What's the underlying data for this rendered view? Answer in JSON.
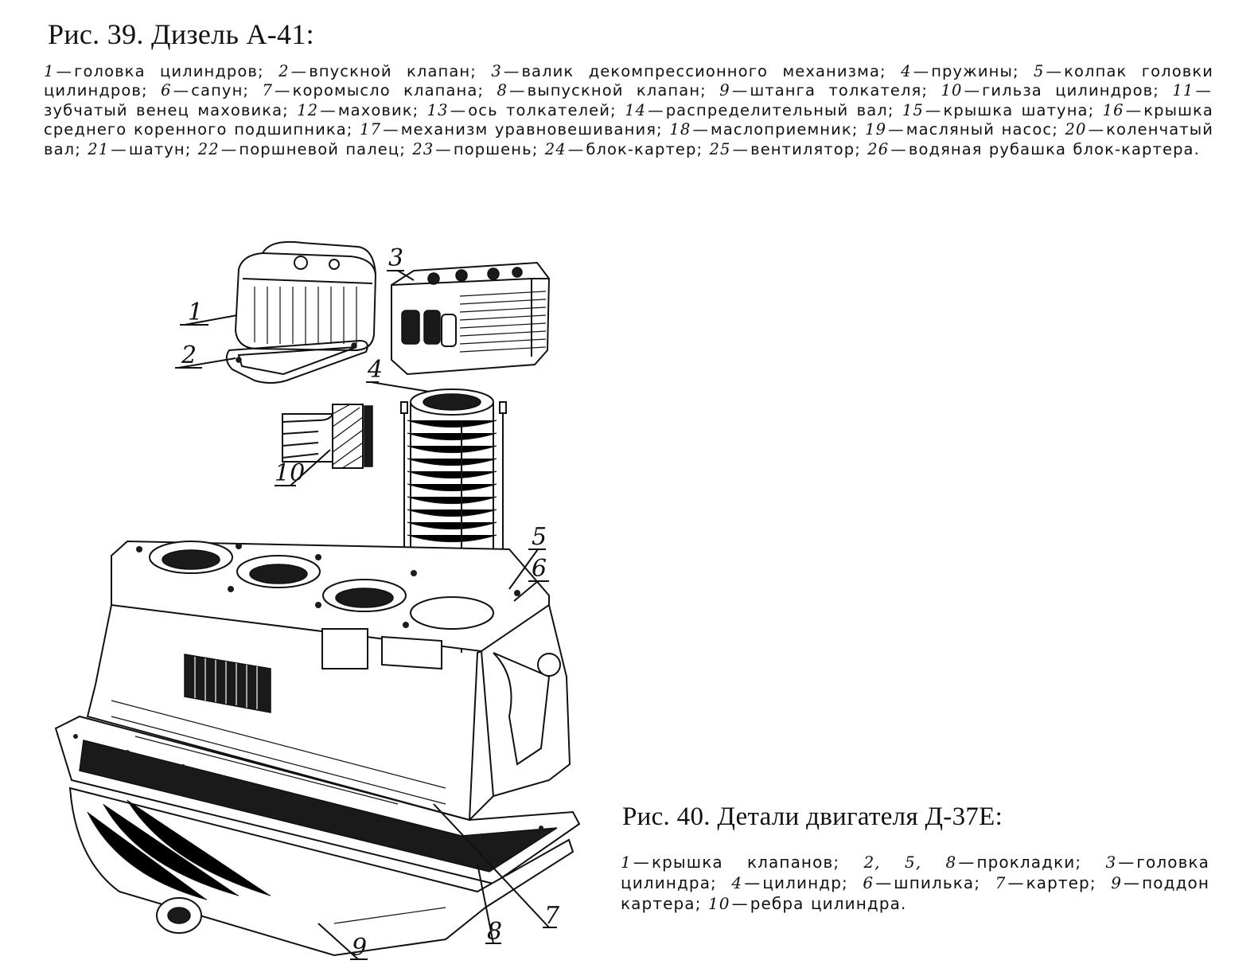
{
  "fig39": {
    "title": "Рис. 39. Дизель А-41:",
    "legend": [
      {
        "num": "1",
        "text": "головка цилиндров;"
      },
      {
        "num": "2",
        "text": "впускной клапан;"
      },
      {
        "num": "3",
        "text": "валик декомпрессионного механизма;"
      },
      {
        "num": "4",
        "text": "пружины;"
      },
      {
        "num": "5",
        "text": "колпак головки цилиндров;"
      },
      {
        "num": "6",
        "text": "сапун;"
      },
      {
        "num": "7",
        "text": "коромысло клапана;"
      },
      {
        "num": "8",
        "text": "выпускной клапан;"
      },
      {
        "num": "9",
        "text": "штанга толкателя;"
      },
      {
        "num": "10",
        "text": "гильза цилиндров;"
      },
      {
        "num": "11",
        "text": "зубчатый венец маховика;"
      },
      {
        "num": "12",
        "text": "маховик;"
      },
      {
        "num": "13",
        "text": "ось толкателей;"
      },
      {
        "num": "14",
        "text": "распределительный вал;"
      },
      {
        "num": "15",
        "text": "крышка шатуна;"
      },
      {
        "num": "16",
        "text": "крышка среднего коренного подшипника;"
      },
      {
        "num": "17",
        "text": "механизм уравновешивания;"
      },
      {
        "num": "18",
        "text": "маслоприемник;"
      },
      {
        "num": "19",
        "text": "масляный насос;"
      },
      {
        "num": "20",
        "text": "коленчатый вал;"
      },
      {
        "num": "21",
        "text": "шатун;"
      },
      {
        "num": "22",
        "text": "поршневой палец;"
      },
      {
        "num": "23",
        "text": "поршень;"
      },
      {
        "num": "24",
        "text": "блок-картер;"
      },
      {
        "num": "25",
        "text": "вентилятор;"
      },
      {
        "num": "26",
        "text": "водяная рубашка блок-картера."
      }
    ]
  },
  "fig40": {
    "title": "Рис. 40. Детали двигателя Д-37Е:",
    "legend": [
      {
        "num": "1",
        "text": "крышка клапанов;"
      },
      {
        "num": "2, 5, 8",
        "text": "прокладки;"
      },
      {
        "num": "3",
        "text": "головка цилиндра;"
      },
      {
        "num": "4",
        "text": "цилиндр;"
      },
      {
        "num": "6",
        "text": "шпилька;"
      },
      {
        "num": "7",
        "text": "картер;"
      },
      {
        "num": "9",
        "text": "поддон картера;"
      },
      {
        "num": "10",
        "text": "ребра цилиндра."
      }
    ],
    "callouts": [
      {
        "label": "1"
      },
      {
        "label": "2"
      },
      {
        "label": "3"
      },
      {
        "label": "4"
      },
      {
        "label": "5"
      },
      {
        "label": "6"
      },
      {
        "label": "7"
      },
      {
        "label": "8"
      },
      {
        "label": "9"
      },
      {
        "label": "10"
      }
    ]
  }
}
